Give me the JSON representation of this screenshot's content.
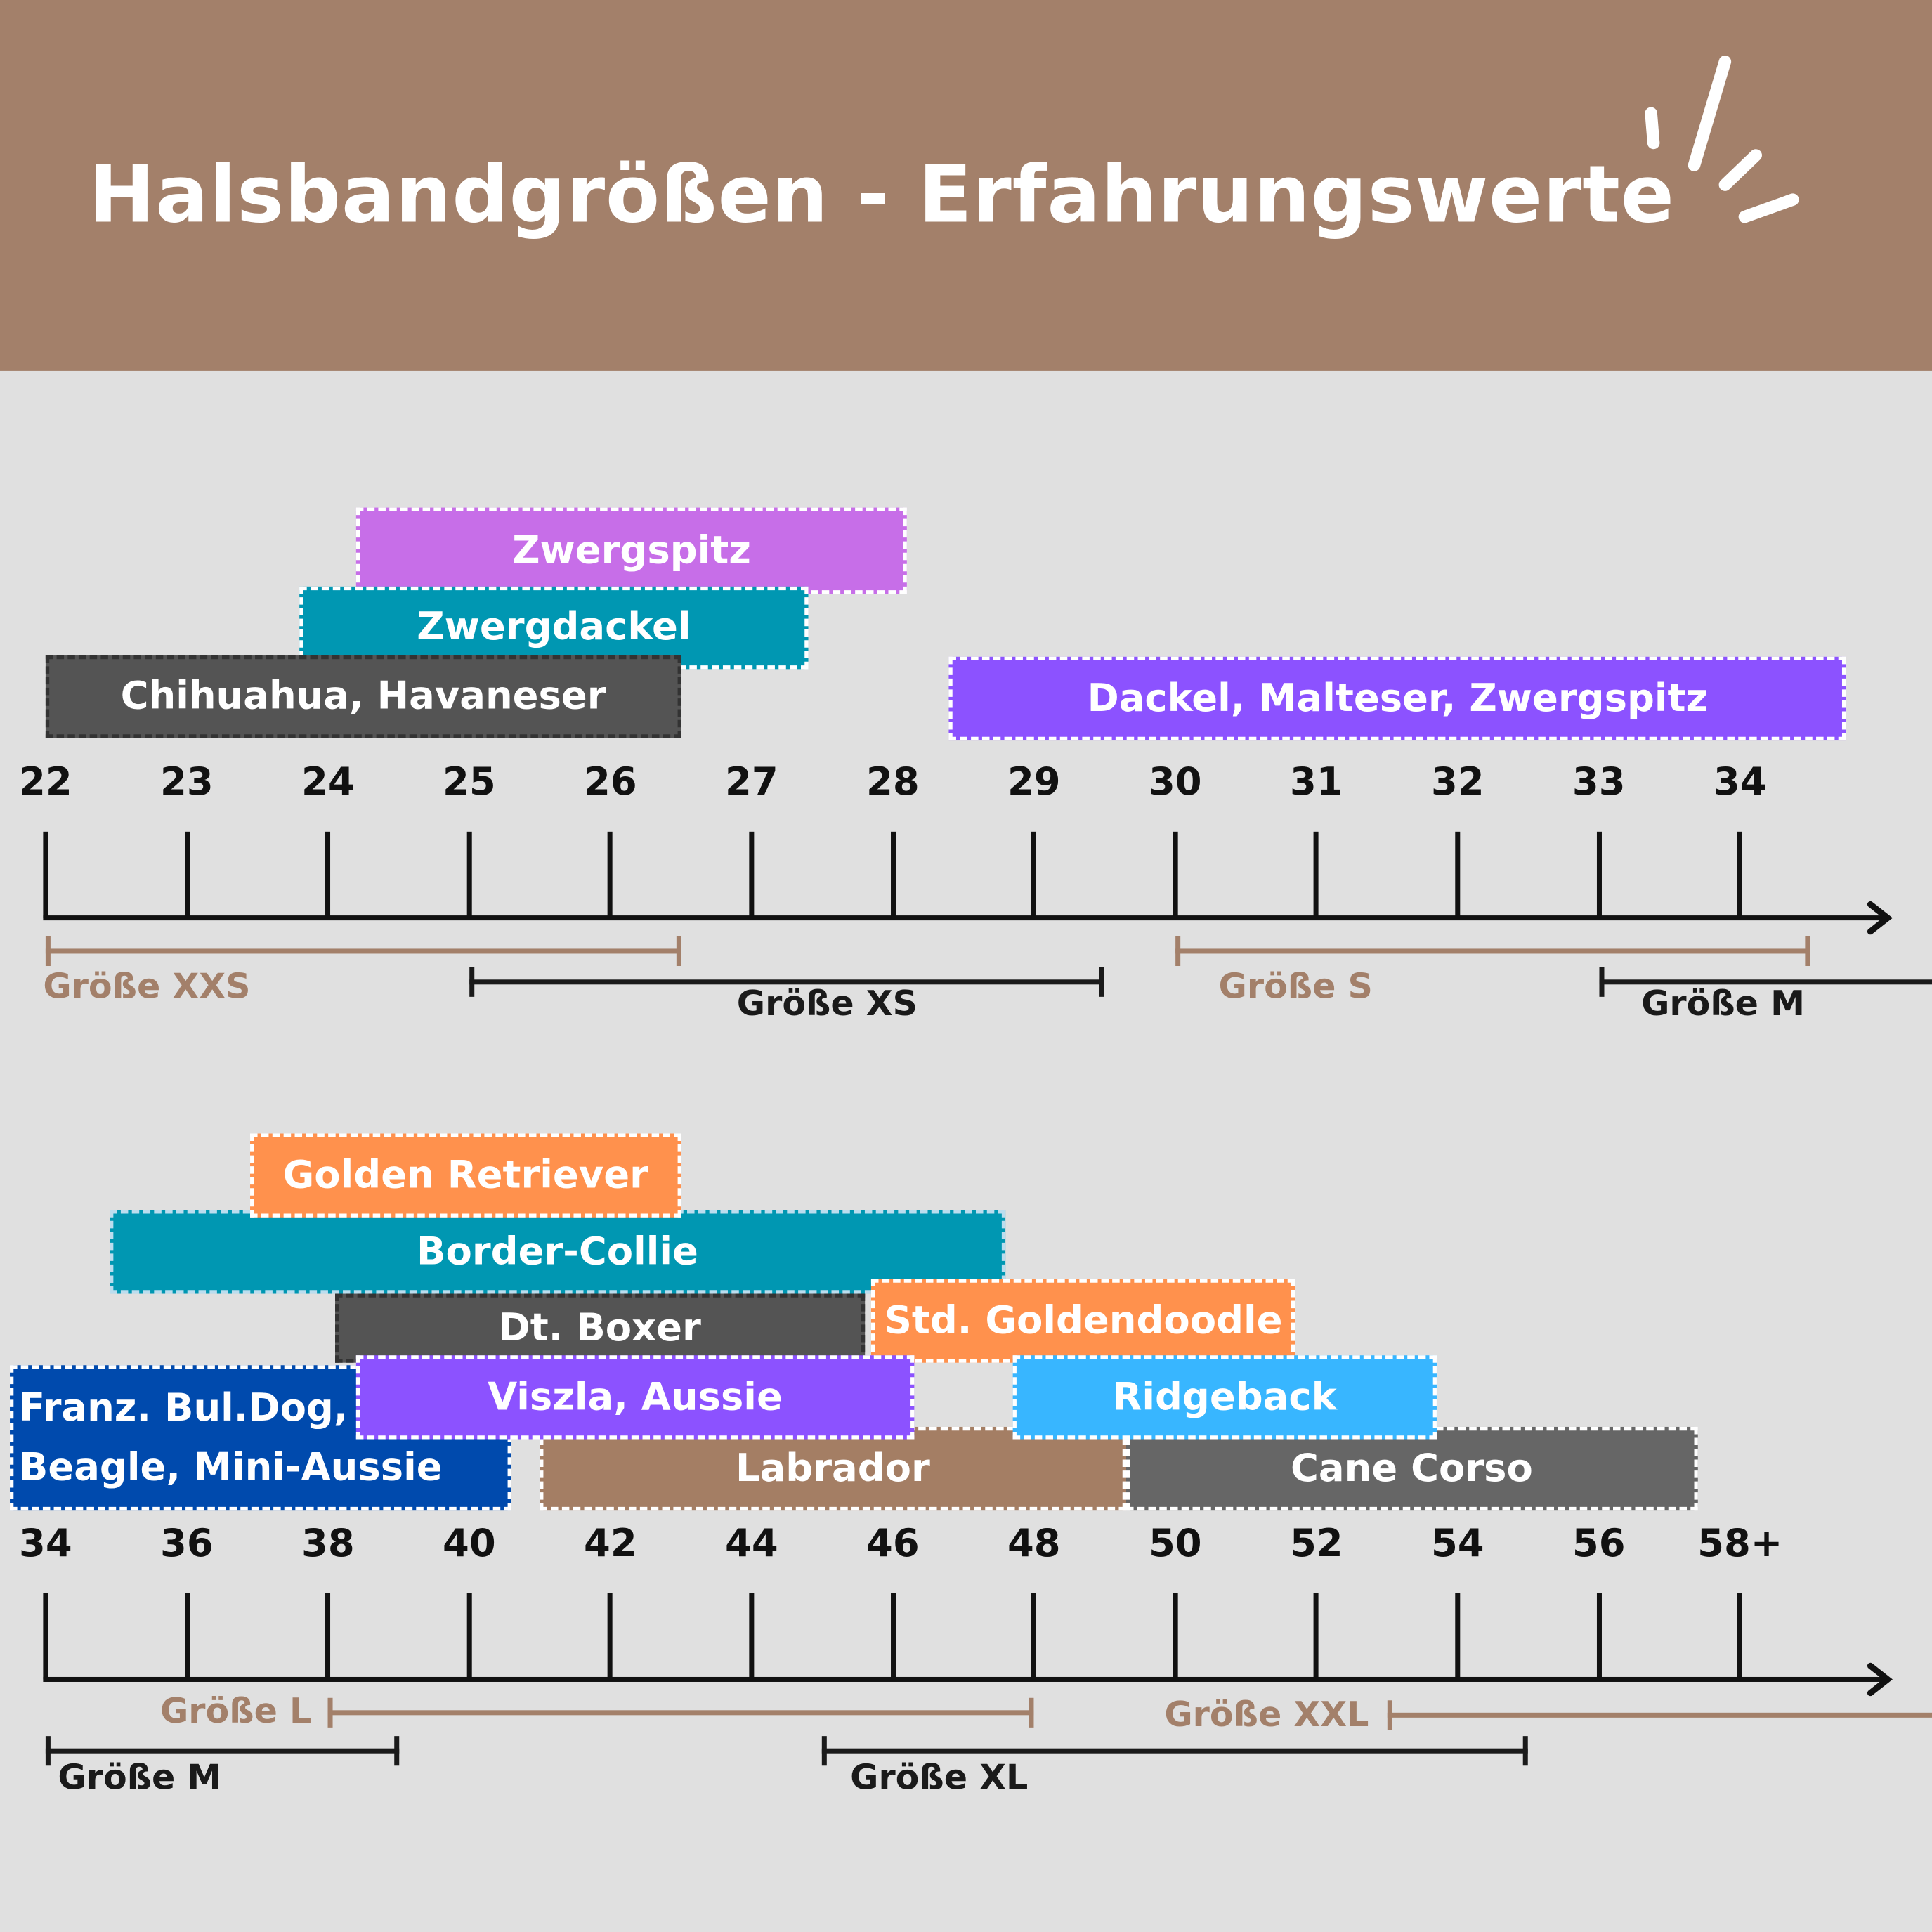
{
  "header": {
    "title": "Halsbandgrößen - Erfahrungswerte",
    "color": "#a3806a"
  },
  "chart_data": [
    {
      "type": "range",
      "axis_unit": "cm",
      "ticks": [
        "22",
        "23",
        "24",
        "25",
        "26",
        "27",
        "28",
        "29",
        "30",
        "31",
        "32",
        "33",
        "34"
      ],
      "tick_start": 22,
      "tick_step": 1,
      "breeds": [
        {
          "label": "Zwergspitz",
          "range": [
            24.2,
            28.1
          ],
          "color": "#c76ee8"
        },
        {
          "label": "Zwergdackel",
          "range": [
            23.8,
            27.4
          ],
          "color": "#0097b2"
        },
        {
          "label": "Chihuahua, Havaneser",
          "range": [
            22,
            26.5
          ],
          "color": "#545454"
        },
        {
          "label": "Dackel, Malteser, Zwergspitz",
          "range": [
            28.4,
            34.75
          ],
          "color": "#8c52ff"
        }
      ],
      "sizes": [
        {
          "label": "Größe XXS",
          "range": [
            22,
            26.5
          ],
          "color": "#a3806a"
        },
        {
          "label": "Größe XS",
          "range": [
            25,
            29.5
          ],
          "color": "#1a1a1a"
        },
        {
          "label": "Größe S",
          "range": [
            30,
            34.5
          ],
          "color": "#a3806a"
        },
        {
          "label": "Größe M",
          "range": [
            33,
            null
          ],
          "color": "#1a1a1a"
        }
      ]
    },
    {
      "type": "range",
      "axis_unit": "cm",
      "ticks": [
        "34",
        "36",
        "38",
        "40",
        "42",
        "44",
        "46",
        "48",
        "50",
        "52",
        "54",
        "56",
        "58+"
      ],
      "tick_start": 34,
      "tick_step": 2,
      "breeds": [
        {
          "label": "Border-Collie",
          "range": [
            34.9,
            47.6
          ],
          "color": "#0097b2"
        },
        {
          "label": "Golden Retriever",
          "range": [
            36.9,
            43.0
          ],
          "color": "#ff914d"
        },
        {
          "label": "Dt. Boxer",
          "range": [
            38.1,
            45.6
          ],
          "color": "#545454"
        },
        {
          "label": "Std. Goldendoodle",
          "range": [
            45.7,
            51.7
          ],
          "color": "#ff914d"
        },
        {
          "label": "Franz. Bul.Dog,\nBeagle, Mini-Aussie",
          "range": [
            33.5,
            40.6
          ],
          "color": "#004aad"
        },
        {
          "label": "Labrador",
          "range": [
            41.0,
            49.3
          ],
          "color": "#a47e64"
        },
        {
          "label": "Cane Corso",
          "range": [
            49.3,
            57.4
          ],
          "color": "#666666"
        },
        {
          "label": "Viszla, Aussie",
          "range": [
            38.4,
            46.3
          ],
          "color": "#8c52ff"
        },
        {
          "label": "Ridgeback",
          "range": [
            47.7,
            53.7
          ],
          "color": "#38b6ff"
        }
      ],
      "sizes": [
        {
          "label": "Größe L",
          "range": [
            38,
            48
          ],
          "color": "#a3806a"
        },
        {
          "label": "Größe XXL",
          "range": [
            53,
            null
          ],
          "color": "#a3806a"
        },
        {
          "label": "Größe M",
          "range": [
            34,
            39
          ],
          "color": "#1a1a1a"
        },
        {
          "label": "Größe XL",
          "range": [
            45,
            55
          ],
          "color": "#1a1a1a"
        }
      ]
    }
  ]
}
